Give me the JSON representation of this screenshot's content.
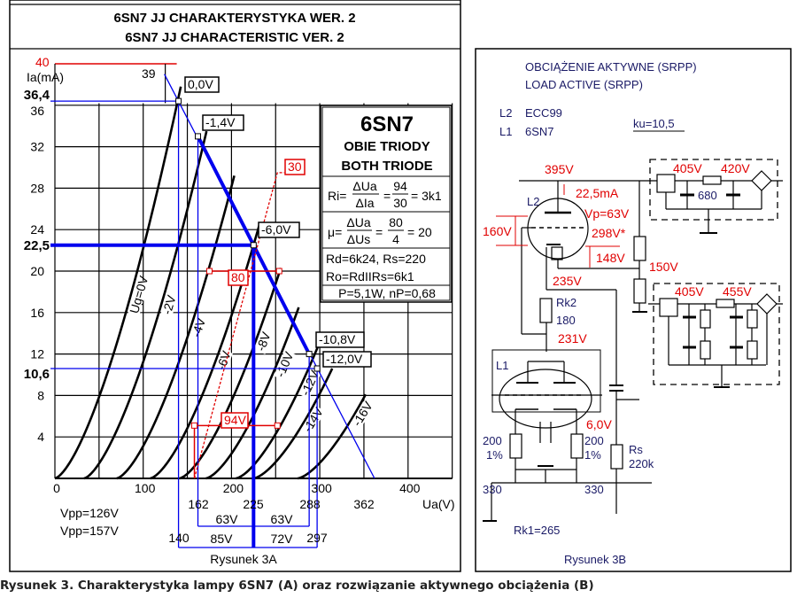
{
  "left_panel": {
    "title_pl": "6SN7 JJ CHARAKTERYSTYKA WER. 2",
    "title_en": "6SN7 JJ CHARACTERISTIC VER. 2",
    "figure_label": "Rysunek 3A",
    "y_axis_label": "Ia(mA)",
    "x_axis_label": "Ua(V)",
    "y_ticks": [
      "4",
      "8",
      "12",
      "16",
      "20",
      "24",
      "28",
      "32",
      "36"
    ],
    "x_ticks": [
      "0",
      "100",
      "200",
      "300",
      "400"
    ],
    "y_marks": {
      "top_red": "40",
      "m39": "39",
      "m364": "36,4",
      "m225": "22,5",
      "m106": "10,6"
    },
    "x_marks": {
      "v162": "162",
      "v225": "225",
      "v288": "288",
      "v362": "362",
      "v140": "140",
      "v297": "297"
    },
    "spans": {
      "s63a": "63V",
      "s63b": "63V",
      "s85": "85V",
      "s72": "72V"
    },
    "vpp1": "Vpp=126V",
    "vpp2": "Vpp=157V",
    "point_labels": {
      "p0": "0,0V",
      "p14": "-1,4V",
      "p6": "-6,0V",
      "p108": "-10,8V",
      "p12": "-12,0V"
    },
    "red_labels": {
      "l30": "30",
      "l80": "80",
      "l94": "94V"
    },
    "info": {
      "tube": "6SN7",
      "line1": "OBIE TRIODY",
      "line2": "BOTH TRIODE",
      "ri_prefix": "Ri=",
      "ri_num": "ΔUa",
      "ri_den": "ΔIa",
      "ri_n2": "94",
      "ri_d2": "30",
      "ri_res": "= 3k1",
      "mu_prefix": "μ=",
      "mu_num": "ΔUa",
      "mu_den": "ΔUs",
      "mu_n2": "80",
      "mu_d2": "4",
      "mu_res": "= 20",
      "rd": "Rd=6k24, Rs=220",
      "ro": "Ro=RdIIRs=6k1",
      "p": "P=5,1W, nP=0,68"
    }
  },
  "chart_data": {
    "type": "line",
    "xlabel": "Ua(V)",
    "ylabel": "Ia(mA)",
    "xlim": [
      0,
      450
    ],
    "ylim": [
      0,
      40
    ],
    "grid": true,
    "curves": [
      {
        "name": "Ug=0V",
        "start": 0,
        "k": 0.0222,
        "max": 37.8
      },
      {
        "name": "-2V",
        "start": 33,
        "k": 0.0205,
        "max": 33.5
      },
      {
        "name": "-4V",
        "start": 70,
        "k": 0.019,
        "max": 29.2
      },
      {
        "name": "-6V",
        "start": 108,
        "k": 0.0178,
        "max": 24.6
      },
      {
        "name": "-8V",
        "start": 141,
        "k": 0.0165,
        "max": 20.3
      },
      {
        "name": "-10V",
        "start": 171,
        "k": 0.0153,
        "max": 16.5
      },
      {
        "name": "-12V",
        "start": 205,
        "k": 0.0142,
        "max": 13.2
      },
      {
        "name": "-14V",
        "start": 225,
        "k": 0.0126,
        "max": 10.6
      },
      {
        "name": "-16V",
        "start": 275,
        "k": 0.012,
        "max": 8.1
      }
    ],
    "operating_points": [
      {
        "label": "0,0V",
        "ua": 140,
        "ia": 36.4
      },
      {
        "label": "-1,4V",
        "ua": 162,
        "ia": 33
      },
      {
        "label": "-6,0V",
        "ua": 225,
        "ia": 22.5
      },
      {
        "label": "-10,8V",
        "ua": 288,
        "ia": 12
      },
      {
        "label": "-12,0V",
        "ua": 297,
        "ia": 10.6
      }
    ],
    "load_line": {
      "from": [
        124,
        39
      ],
      "to": [
        362,
        0
      ]
    }
  },
  "right_panel": {
    "title_pl": "OBCIĄŻENIE AKTYWNE (SRPP)",
    "title_en": "LOAD ACTIVE (SRPP)",
    "l2": "L2",
    "l2_type": "ECC99",
    "l1": "L1",
    "l1_type": "6SN7",
    "ku": "ku=10,5",
    "v395": "395V",
    "i225": "22,5mA",
    "vp": "Vp=63V",
    "v298": "298V*",
    "v160": "160V",
    "v148": "148V",
    "v150": "150V",
    "v235": "235V",
    "rk2": "Rk2",
    "rk2_val": "180",
    "v231": "231V",
    "v405a": "405V",
    "v420": "420V",
    "r680": "680",
    "v405b": "405V",
    "v455": "455V",
    "l2_label": "L2",
    "l1_label": "L1",
    "v60": "6,0V",
    "r200a": "200",
    "p1a": "1%",
    "r200b": "200",
    "p1b": "1%",
    "r330a": "330",
    "r330b": "330",
    "rs": "Rs",
    "rs_val": "220k",
    "rk1": "Rk1=265",
    "figure_label": "Rysunek 3B"
  },
  "caption": "Rysunek 3. Charakterystyka lampy 6SN7 (A) oraz rozwiązanie aktywnego obciążenia (B)",
  "colors": {
    "load_line": "#0000ee",
    "annotation": "#e00000"
  }
}
